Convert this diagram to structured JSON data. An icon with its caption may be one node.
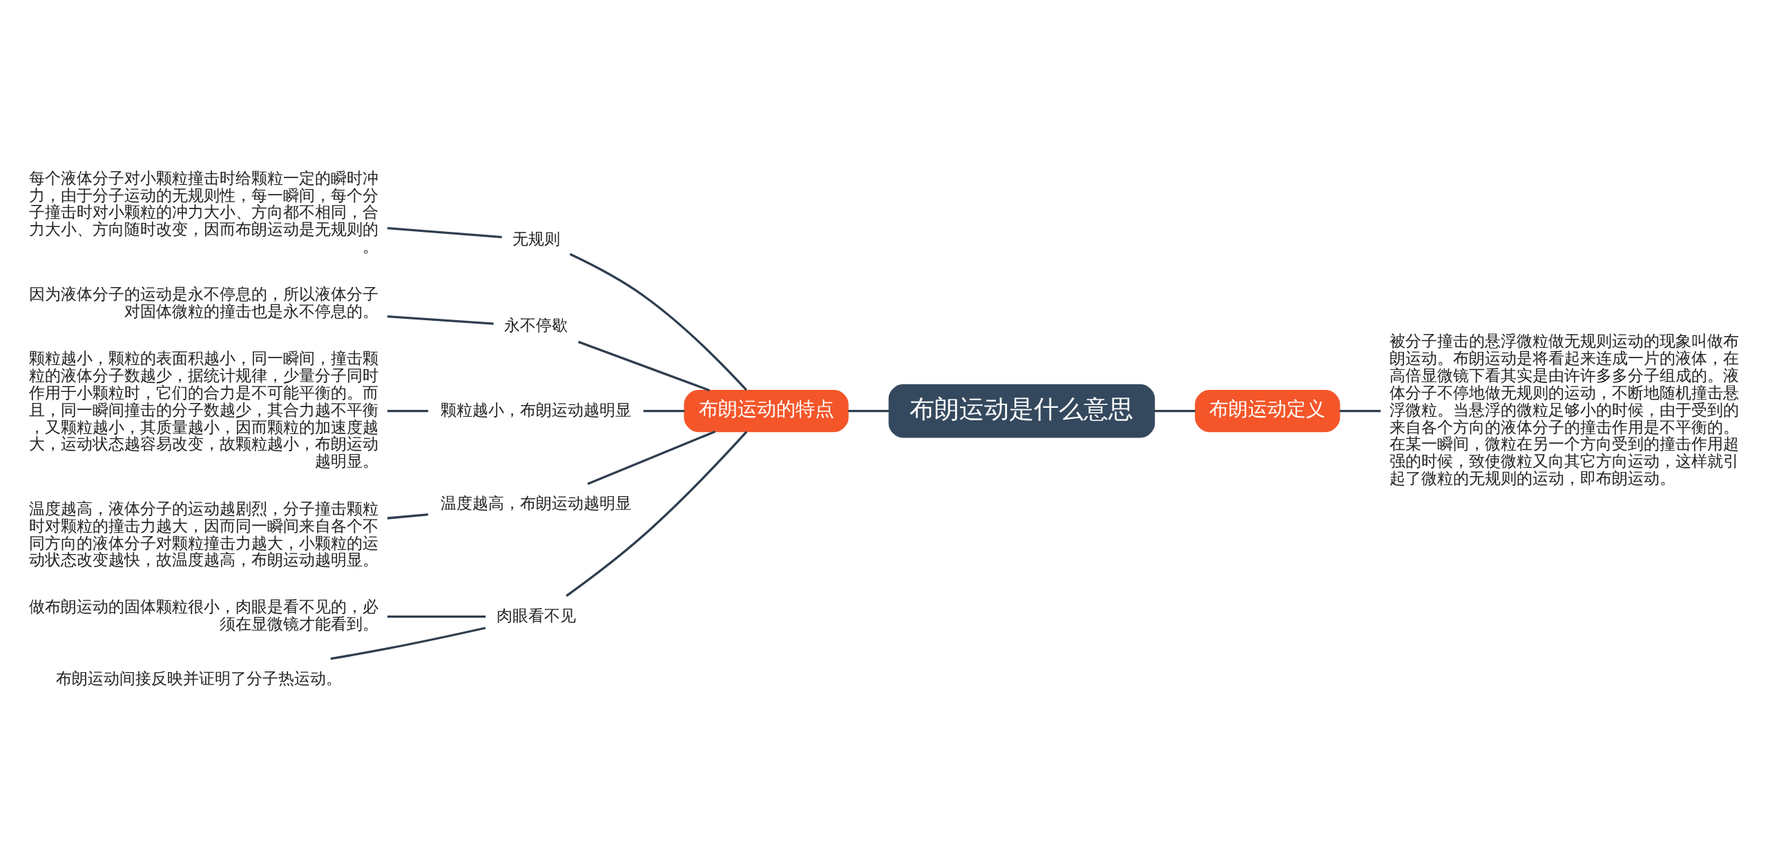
{
  "diagram": {
    "nodes": [
      {
        "text": [
          "布朗运动是什么意思"
        ]
      },
      {
        "text": [
          "布朗运动的特点"
        ]
      },
      {
        "text": [
          "布朗运动定义"
        ]
      },
      {
        "text": [
          "被分子撞击的悬浮微粒做无规则运动的现象叫做布朗运动。布朗运动是将看起来连成一片的液体，在高倍显微镜下看其实是由许许多多分子组成的。液体分子不停地做无规则的运动，不断地随机撞击悬浮微粒。当悬浮的微粒足够小的时候，由于受到的来自各个方向的液体分子的撞击作用是不平衡的。在某一瞬间，微粒在另一个方向受到的撞击作用超强的时候，致使微粒又向其它方向运动，这样就引起了微粒的无规则的运动，即布朗运动。"
        ]
      },
      {
        "text": [
          "无规则"
        ]
      },
      {
        "text": [
          "每个液体分子对小颗粒撞击时给颗粒一定的瞬时冲力，由于分子运动的无规则性，每一瞬间，每个分子撞击时对小颗粒的冲力大小、方向都不相同，合力大小、方向随时改变，因而布朗运动是无规则的。"
        ]
      },
      {
        "text": [
          "永不停歇"
        ]
      },
      {
        "text": [
          "因为液体分子的运动是永不停息的，所以液体分子对固体微粒的撞击也是永不停息的。"
        ]
      },
      {
        "text": [
          "颗粒越小，布朗运动越明显"
        ]
      },
      {
        "text": [
          "颗粒越小，颗粒的表面积越小，同一瞬间，撞击颗粒的液体分子数越少，据统计规律，少量分子同时作用于小颗粒时，它们的合力是不可能平衡的。而且，同一瞬间撞击的分子数越少，其合力越不平衡，又颗粒越小，其质量越小，因而颗粒的加速度越大，运动状态越容易改变，故颗粒越小，布朗运动越明显。"
        ]
      },
      {
        "text": [
          "温度越高，布朗运动越明显"
        ]
      },
      {
        "text": [
          "温度越高，液体分子的运动越剧烈，分子撞击颗粒时对颗粒的撞击力越大，因而同一瞬间来自各个不同方向的液体分子对颗粒撞击力越大，小颗粒的运动状态改变越快，故温度越高，布朗运动越明显。"
        ]
      },
      {
        "text": [
          "肉眼看不见"
        ]
      },
      {
        "text": [
          "做布朗运动的固体颗粒很小，肉眼是看不见的，必须在显微镜才能看到。"
        ]
      },
      {
        "text": [
          "布朗运动间接反映并证明了分子热运动。"
        ]
      }
    ],
    "edges": [
      {
        "from": 0,
        "to": 1,
        "arrow": "none"
      },
      {
        "from": 0,
        "to": 2,
        "arrow": "none"
      },
      {
        "from": 2,
        "to": 3,
        "arrow": "none"
      },
      {
        "from": 1,
        "to": 4,
        "arrow": "none"
      },
      {
        "from": 4,
        "to": 5,
        "arrow": "none"
      },
      {
        "from": 1,
        "to": 6,
        "arrow": "none"
      },
      {
        "from": 6,
        "to": 7,
        "arrow": "none"
      },
      {
        "from": 1,
        "to": 8,
        "arrow": "none"
      },
      {
        "from": 8,
        "to": 9,
        "arrow": "none"
      },
      {
        "from": 1,
        "to": 10,
        "arrow": "none"
      },
      {
        "from": 10,
        "to": 11,
        "arrow": "none"
      },
      {
        "from": 1,
        "to": 12,
        "arrow": "none"
      },
      {
        "from": 12,
        "to": 13,
        "arrow": "none"
      },
      {
        "from": 12,
        "to": 14,
        "arrow": "none"
      }
    ]
  }
}
